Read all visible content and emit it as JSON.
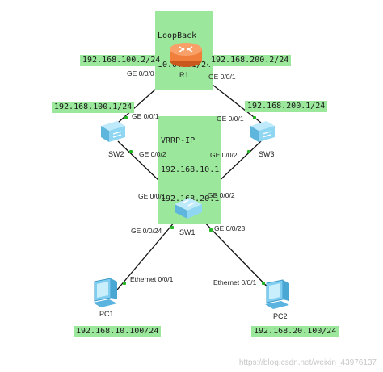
{
  "tags": {
    "loopback_title": "LoopBack",
    "loopback_ip": "10.0.0.1/24",
    "r1_ge000_ip": "192.168.100.2/24",
    "r1_ge001_ip": "192.168.200.2/24",
    "sw2_ip": "192.168.100.1/24",
    "sw3_ip": "192.168.200.1/24",
    "vrrp_title": "VRRP-IP",
    "vrrp_ip1": "192.168.10.1",
    "vrrp_ip2": "192.168.20.1",
    "pc1_ip": "192.168.10.100/24",
    "pc2_ip": "192.168.20.100/24"
  },
  "devices": {
    "r1": "R1",
    "sw1": "SW1",
    "sw2": "SW2",
    "sw3": "SW3",
    "pc1": "PC1",
    "pc2": "PC2"
  },
  "ports": {
    "r1_left": "GE 0/0/0",
    "r1_right": "GE 0/0/1",
    "sw2_up": "GE 0/0/1",
    "sw2_down": "GE 0/0/2",
    "sw3_up": "GE 0/0/1",
    "sw3_down": "GE 0/0/2",
    "sw1_left": "GE 0/0/1",
    "sw1_right": "GE 0/0/2",
    "sw1_pc1": "GE 0/0/24",
    "sw1_pc2": "GE 0/0/23",
    "pc1_eth": "Ethernet 0/0/1",
    "pc2_eth": "Ethernet 0/0/1"
  },
  "watermark": "https://blog.csdn.net/weixin_43976137",
  "colors": {
    "label_bg": "#9be79b",
    "link": "#111111",
    "router": "#f0803a",
    "switch": "#7fd4f0",
    "pc": "#6fc3ec"
  }
}
